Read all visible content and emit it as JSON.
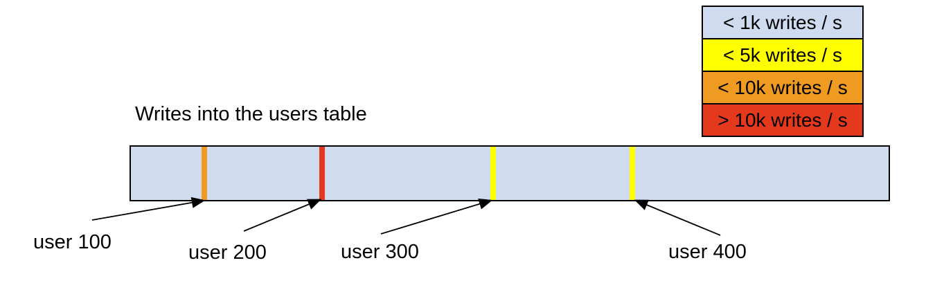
{
  "title": "Writes into the users table",
  "legend": {
    "items": [
      {
        "label": "< 1k writes / s",
        "color": "#cfdcf0"
      },
      {
        "label": "< 5k writes / s",
        "color": "#ffff00"
      },
      {
        "label": "< 10k writes / s",
        "color": "#ef9a20"
      },
      {
        "label": "> 10k writes / s",
        "color": "#e5391d"
      }
    ]
  },
  "bar": {
    "fill": "#cfdcf0",
    "border": "#000000"
  },
  "users": [
    {
      "label": "user 100",
      "stripe_color": "#ef9a20",
      "stripe_left_pct": "9.7%"
    },
    {
      "label": "user 200",
      "stripe_color": "#e5391d",
      "stripe_left_pct": "25.2%"
    },
    {
      "label": "user 300",
      "stripe_color": "#ffff00",
      "stripe_left_pct": "47.8%"
    },
    {
      "label": "user 400",
      "stripe_color": "#ffff00",
      "stripe_left_pct": "66.2%"
    }
  ]
}
